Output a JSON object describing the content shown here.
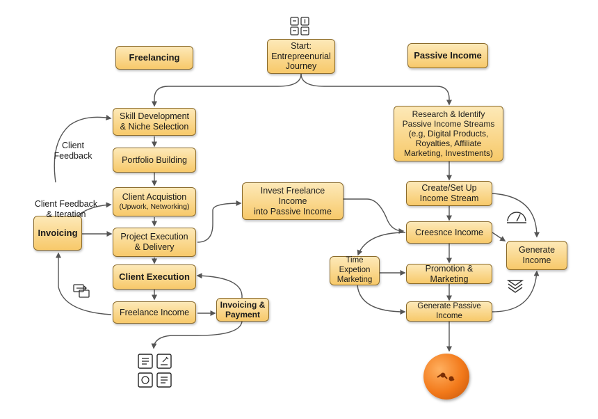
{
  "headers": {
    "freelancing": "Freelancing",
    "start": "Start:\nEntrepreenurial\nJourney",
    "passive": "Passive Income"
  },
  "left": {
    "skill": "Skill Development\n& Niche Selection",
    "portfolio": "Portfolio Building",
    "acquisition": "Client Acquistion",
    "acquisition_sub": "(Upwork, Networking)",
    "execution_delivery": "Project Execution\n& Delivery",
    "client_execution": "Client Execution",
    "freelance_income": "Freelance Income",
    "invoicing": "Invoicing",
    "invoicing_payment": "Invoicing &\nPayment"
  },
  "middle": {
    "invest": "Invest Freelance Income\ninto Passive Income"
  },
  "right": {
    "research": "Research & Identify\nPassive Income Streams\n(e.g, Digital Products,\nRoyalties, Affiliate\nMarketing, Investments)",
    "create": "Create/Set Up\nIncome Stream",
    "create_income": "Creesnce Income",
    "time_expetion": "Time Expetion\nMarketing",
    "promotion": "Promotion & Marketing",
    "generate_passive": "Generate Passive Income",
    "generate_income": "Generate\nIncome"
  },
  "labels": {
    "client_feedback": "Client\nFeedback",
    "client_feedback_iteration": "Client Feedback\n& Iteration"
  },
  "colors": {
    "box_fill_top": "#fde9b8",
    "box_fill_bottom": "#f7c96a",
    "box_border": "#8a6a2a",
    "arrow": "#555555",
    "orb": "#f2791a"
  },
  "icons": [
    "apps-grid-icon",
    "transfer-icon",
    "documents-icon",
    "gauge-icon",
    "layers-icon",
    "orange-orb-icon"
  ]
}
